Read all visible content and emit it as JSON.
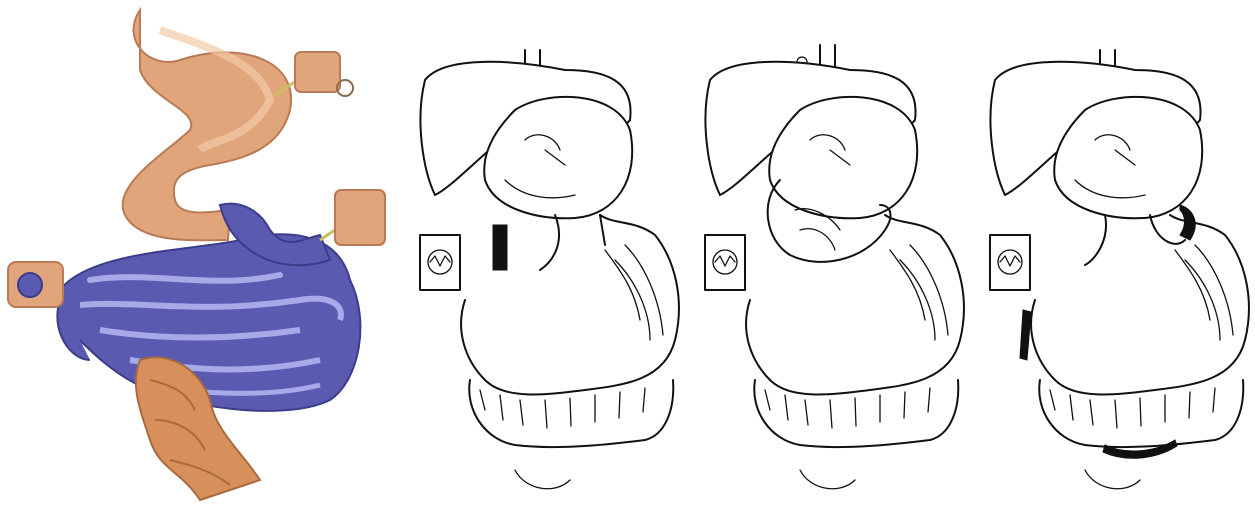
{
  "figure": {
    "panels": [
      {
        "id": "p1",
        "kind": "color-illustration",
        "organs": [
          "stomach",
          "jejunum-loops",
          "colon",
          "stoma-ends"
        ]
      },
      {
        "id": "p2",
        "kind": "line-drawing",
        "shaded_region": "black-segment-left-of-center",
        "has_stoma_box": true
      },
      {
        "id": "p3",
        "kind": "line-drawing",
        "shaded_region": "none",
        "has_stoma_box": true
      },
      {
        "id": "p4",
        "kind": "line-drawing",
        "shaded_region": "black-edges-along-colon",
        "has_stoma_box": true
      }
    ],
    "colors": {
      "stomach": "#e0a57a",
      "stomach_shadow": "#b97a55",
      "bowel_purple": "#5a5bb0",
      "bowel_purple_highlight": "#a7a9e8",
      "colon": "#d7905c",
      "ink": "#111111"
    }
  }
}
